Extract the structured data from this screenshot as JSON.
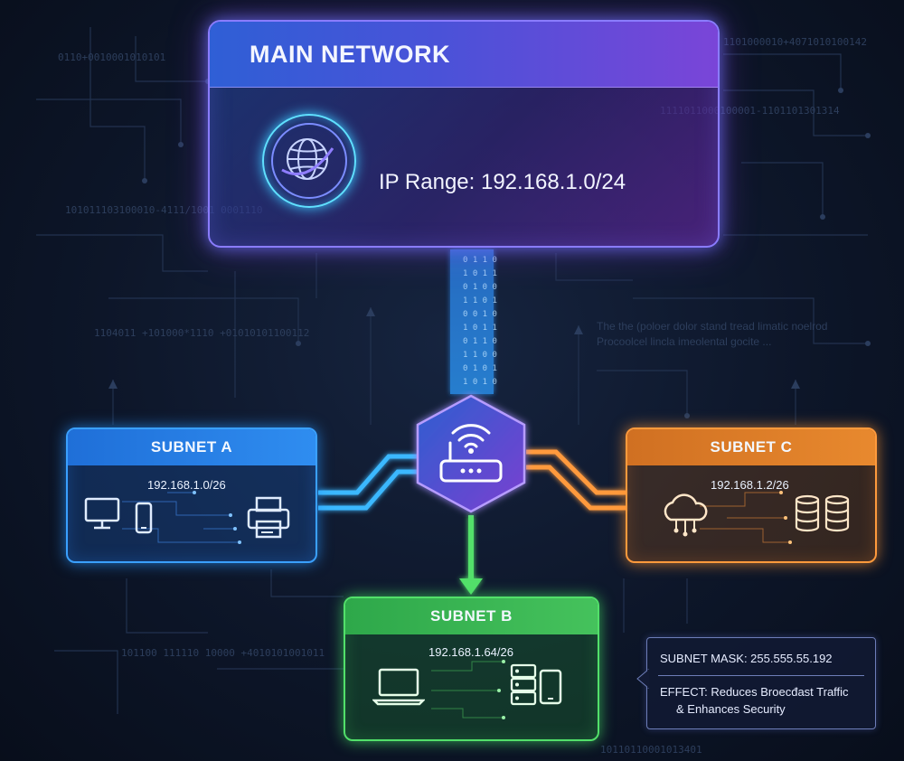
{
  "main_network": {
    "title": "MAIN NETWORK",
    "ip_range": "IP Range: 192.168.1.0/24",
    "icon": "globe-icon",
    "color": "#8a7cff"
  },
  "router": {
    "icon": "wifi-router-icon",
    "color": "#9a6cff"
  },
  "subnets": [
    {
      "name": "SUBNET A",
      "ip": "192.168.1.0/26",
      "color": "#3aa0ff",
      "icons": [
        "monitor-icon",
        "phone-icon",
        "printer-icon"
      ]
    },
    {
      "name": "SUBNET B",
      "ip": "192.168.1.64/26",
      "color": "#52e06a",
      "icons": [
        "laptop-icon",
        "server-icon",
        "tablet-icon"
      ]
    },
    {
      "name": "SUBNET C",
      "ip": "192.168.1.2/26",
      "color": "#ff9a3c",
      "icons": [
        "cloud-icon",
        "database-icon"
      ]
    }
  ],
  "info_box": {
    "mask": "SUBNET MASK: 255.555.55.192",
    "effect_line1": "EFFECT: Reduces Broecđast Traffic",
    "effect_line2": "& Enhances Security"
  },
  "background_text": [
    "0110+0010001010101",
    "1101000010+4071010100142",
    "1111011000100001-1101101301314",
    "101011103100010-4111/1001 0001110",
    "1104011 +101000*1110 +01010101100112",
    "The the (poloer dolor stand tread limatic noelrod",
    "Procoolcel lincla imeolental gocite ...",
    "101100 111110 10000 +4010101001011",
    "10110110001013401"
  ]
}
